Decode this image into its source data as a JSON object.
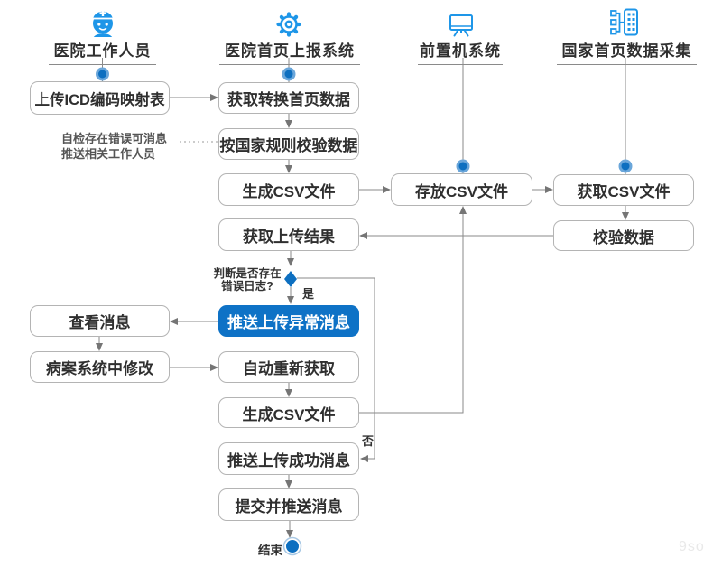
{
  "watermark": "9so",
  "colors": {
    "icon_blue": "#1e96e8",
    "node_blue": "#0e72c6",
    "line_gray": "#8a8a8a",
    "border_gray": "#b4b4b4"
  },
  "lanes": [
    {
      "title": "医院工作人员",
      "icon": "nurse-icon"
    },
    {
      "title": "医院首页上报系统",
      "icon": "gear-icon"
    },
    {
      "title": "前置机系统",
      "icon": "monitor-icon"
    },
    {
      "title": "国家首页数据采集",
      "icon": "data-collection-icon"
    }
  ],
  "nodes": {
    "upload_icd": "上传ICD编码映射表",
    "fetch_convert": "获取转换首页数据",
    "validate_rules": "按国家规则校验数据",
    "generate_csv_1": "生成CSV文件",
    "store_csv": "存放CSV文件",
    "get_csv": "获取CSV文件",
    "verify_data": "校验数据",
    "fetch_result": "获取上传结果",
    "push_error": "推送上传异常消息",
    "view_message": "查看消息",
    "modify_in_system": "病案系统中修改",
    "auto_refetch": "自动重新获取",
    "generate_csv_2": "生成CSV文件",
    "push_success": "推送上传成功消息",
    "submit_push": "提交并推送消息"
  },
  "labels": {
    "decision_line1": "判断是否存在",
    "decision_line2": "错误日志?",
    "yes": "是",
    "no": "否",
    "end": "结束",
    "note_line1": "自检存在错误可消息",
    "note_line2": "推送相关工作人员"
  }
}
